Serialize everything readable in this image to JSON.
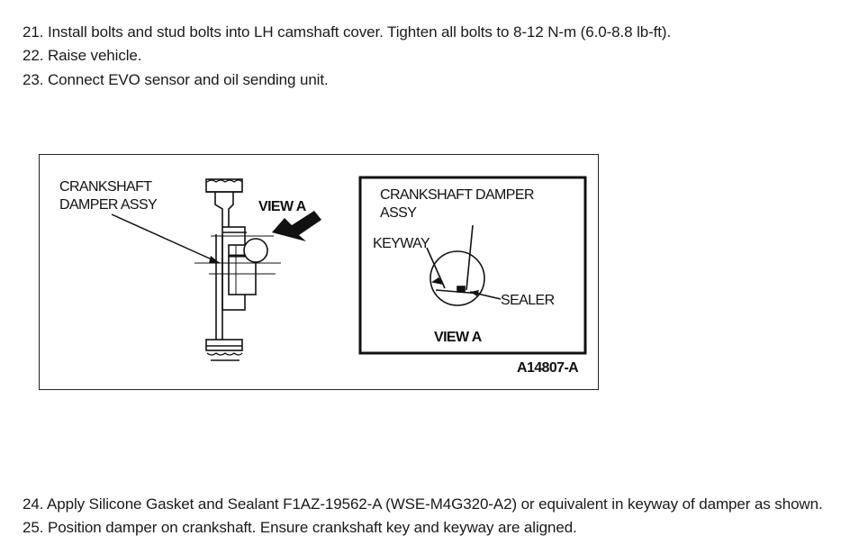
{
  "steps": {
    "s21": "21. Install bolts and stud bolts into LH camshaft cover. Tighten all bolts to 8-12 N-m (6.0-8.8 lb-ft).",
    "s22": "22. Raise vehicle.",
    "s23": "23. Connect EVO sensor and oil sending unit.",
    "s24": "24. Apply Silicone Gasket and Sealant F1AZ-19562-A (WSE-M4G320-A2) or equivalent in keyway of damper as shown.",
    "s25": "25. Position damper on crankshaft. Ensure crankshaft key and keyway are aligned."
  },
  "figure": {
    "left_label_line1": "CRANKSHAFT",
    "left_label_line2": "DAMPER ASSY",
    "view_a_arrow_label": "VIEW A",
    "inset_label_line1": "CRANKSHAFT DAMPER",
    "inset_label_line2": "ASSY",
    "keyway_label": "KEYWAY",
    "sealer_label": "SEALER",
    "inset_caption": "VIEW A",
    "figure_id": "A14807-A"
  }
}
